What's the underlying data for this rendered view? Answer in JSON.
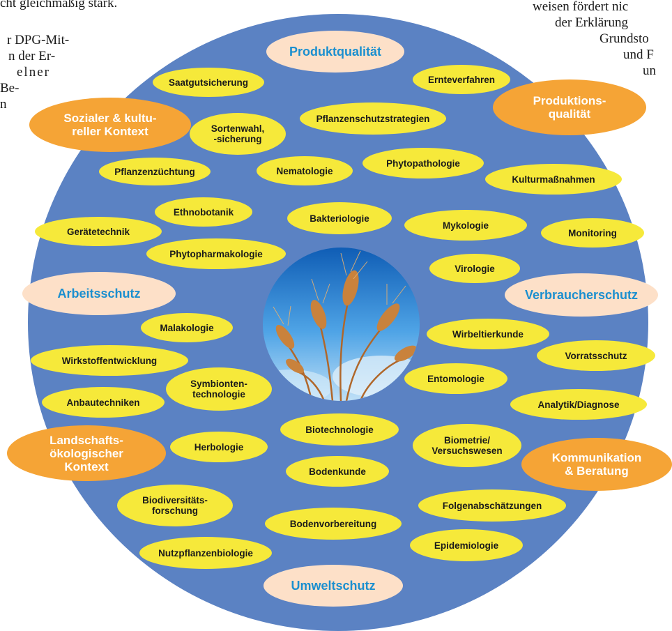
{
  "background_text": {
    "top_left": "cht gleichmäßig stark.",
    "left_lines": [
      "r DPG-Mit-",
      "n der Er-",
      "elner",
      "Be-",
      "n"
    ],
    "right_lines": [
      "weisen fördert nic",
      "der Erklärung",
      "Grundsto",
      "und F",
      "un"
    ]
  },
  "outer_ring": {
    "produktqualitaet": "Produktqualität",
    "sozialer": "Sozialer & kultu-\nreller Kontext",
    "produktionsqualitaet": "Produktions-\nqualität",
    "arbeitsschutz": "Arbeitsschutz",
    "verbraucherschutz": "Verbraucherschutz",
    "landschaft": "Landschafts-\nökologischer\nKontext",
    "kommunikation": "Kommunikation\n& Beratung",
    "umweltschutz": "Umweltschutz"
  },
  "topics": {
    "saatgutsicherung": "Saatgutsicherung",
    "ernteverfahren": "Ernteverfahren",
    "pflanzenschutzstrategien": "Pflanzenschutzstrategien",
    "sortenwahl": "Sortenwahl,\n-sicherung",
    "pflanzenzuechtung": "Pflanzenzüchtung",
    "nematologie": "Nematologie",
    "phytopathologie": "Phytopathologie",
    "kulturmassnahmen": "Kulturmaßnahmen",
    "ethnobotanik": "Ethnobotanik",
    "bakteriologie": "Bakteriologie",
    "mykologie": "Mykologie",
    "geraetetechnik": "Gerätetechnik",
    "monitoring": "Monitoring",
    "phytopharmakologie": "Phytopharmakologie",
    "virologie": "Virologie",
    "malakologie": "Malakologie",
    "wirbeltierkunde": "Wirbeltierkunde",
    "wirkstoffentwicklung": "Wirkstoffentwicklung",
    "vorratsschutz": "Vorratsschutz",
    "symbiontentechnologie": "Symbionten-\ntechnologie",
    "entomologie": "Entomologie",
    "anbautechniken": "Anbautechniken",
    "analytik": "Analytik/Diagnose",
    "biotechnologie": "Biotechnologie",
    "biometrie": "Biometrie/\nVersuchswesen",
    "herbologie": "Herbologie",
    "bodenkunde": "Bodenkunde",
    "biodiversitaet": "Biodiversitäts-\nforschung",
    "folgenabschaetzungen": "Folgenabschätzungen",
    "bodenvorbereitung": "Bodenvorbereitung",
    "epidemiologie": "Epidemiologie",
    "nutzpflanzenbiologie": "Nutzpflanzenbiologie"
  },
  "colors": {
    "circle": "#5b82c3",
    "topic": "#f6e93a",
    "context_peach": "#fde0c8",
    "context_orange": "#f5a436",
    "peach_text": "#1b8fcf"
  }
}
